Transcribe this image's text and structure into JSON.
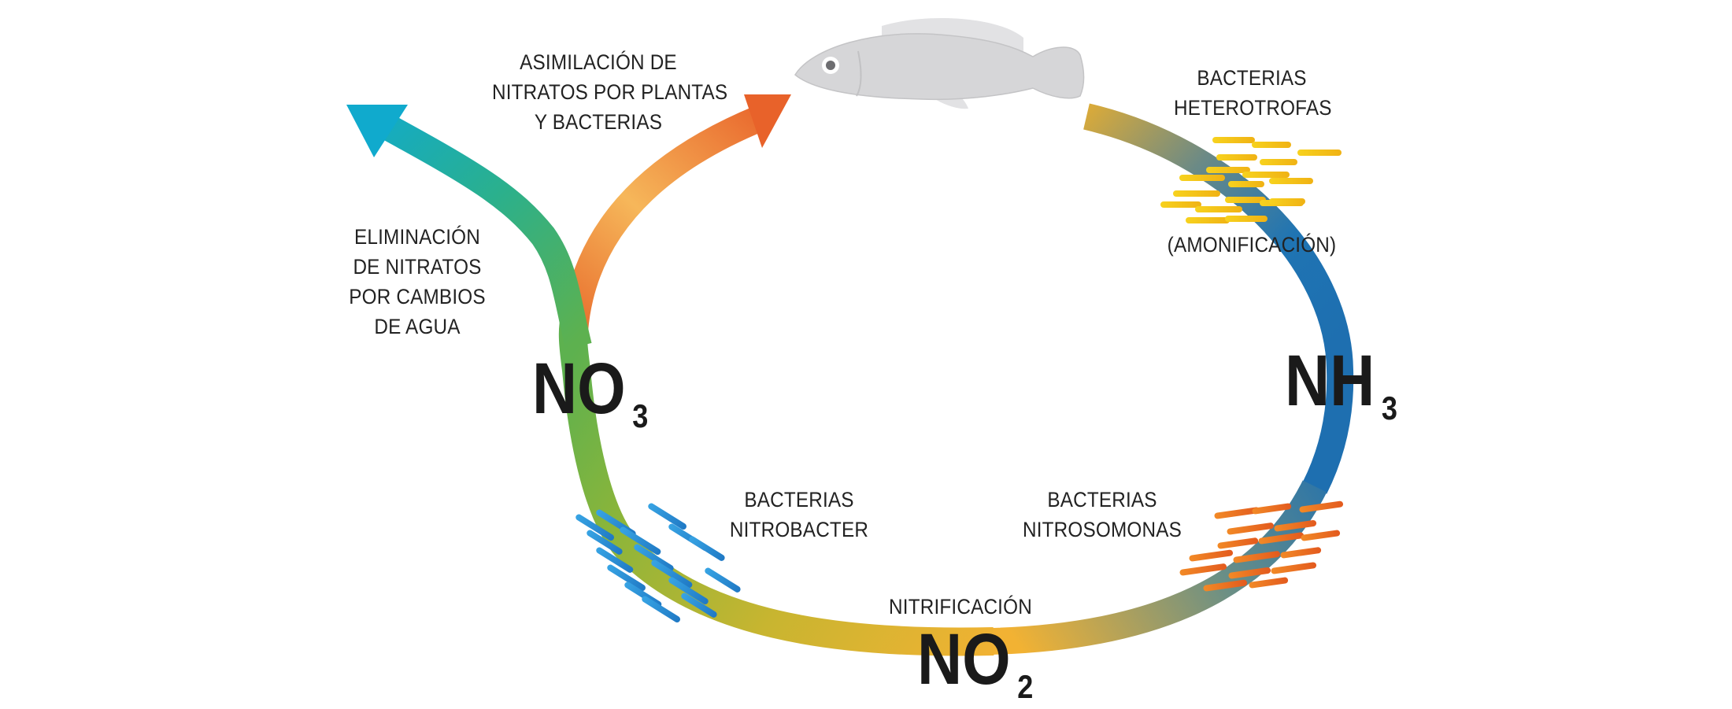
{
  "labels": {
    "asimilacion": [
      "ASIMILACIÓN DE",
      "NITRATOS POR PLANTAS",
      "Y BACTERIAS"
    ],
    "eliminacion": [
      "ELIMINACIÓN",
      "DE NITRATOS",
      "POR CAMBIOS",
      "DE AGUA"
    ],
    "heterotrofas": [
      "BACTERIAS",
      "HETEROTROFAS"
    ],
    "amonificacion": "(AMONIFICACIÓN)",
    "nitrobacter": [
      "BACTERIAS",
      "NITROBACTER"
    ],
    "nitrosomonas": [
      "BACTERIAS",
      "NITROSOMONAS"
    ],
    "nitrificacion": "NITRIFICACIÓN"
  },
  "chemicals": {
    "nh3": {
      "base": "NH",
      "sub": "3"
    },
    "no3": {
      "base": "NO",
      "sub": "3"
    },
    "no2": {
      "base": "NO",
      "sub": "2"
    }
  },
  "colors": {
    "cycle_blue": "#1e6fb0",
    "cycle_yellow": "#f2b233",
    "cycle_green": "#5db14f",
    "arrow_cyan": "#10aacd",
    "arrow_orange": "#e8642a",
    "bacteria_yellow": "#f4c21a",
    "bacteria_orange": "#ea6a22",
    "bacteria_blue": "#2a8fd4",
    "fish": "#d6d6d8"
  }
}
